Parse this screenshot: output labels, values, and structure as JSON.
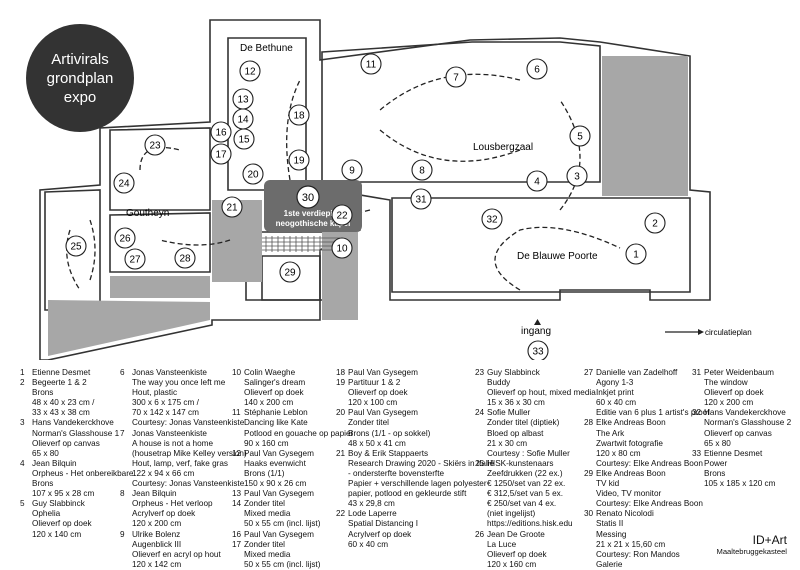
{
  "title_badge": {
    "line1": "Artivirals",
    "line2": "grondplan",
    "line3": "expo"
  },
  "room_labels": {
    "de_bethune": "De Bethune",
    "lousbergzaal": "Lousbergzaal",
    "goutheyn": "Goutheyn",
    "de_blauwe_poorte": "De Blauwe Poorte",
    "ingang": "ingang",
    "circulatieplan": "circulatieplan"
  },
  "chapel_callout": {
    "number": "30",
    "line1": "1ste verdieping",
    "line2": "neogothische kapel"
  },
  "location_numbers": [
    "1",
    "2",
    "3",
    "4",
    "5",
    "6",
    "7",
    "8",
    "9",
    "10",
    "11",
    "12",
    "13",
    "14",
    "15",
    "16",
    "17",
    "18",
    "19",
    "20",
    "21",
    "22",
    "23",
    "24",
    "25",
    "26",
    "27",
    "28",
    "29",
    "31",
    "32",
    "33"
  ],
  "legend": [
    {
      "col": 0,
      "entries": [
        {
          "n": "1",
          "t": "Etienne Desmet"
        },
        {
          "n": "2",
          "t": "Begeerte 1 & 2\nBrons\n48 x 40 x 23 cm /\n33 x 43 x 38 cm"
        },
        {
          "n": "3",
          "t": "Hans Vandekerckhove\nNorman's Glasshouse 1\nOlieverf op canvas\n65 x 80"
        },
        {
          "n": "4",
          "t": "Jean Bilquin\nOrpheus - Het onbereikbare\nBrons\n107 x 95 x 28 cm"
        },
        {
          "n": "5",
          "t": "Guy Slabbinck\nOphelia\nOlieverf op doek\n120 x 140 cm"
        }
      ]
    },
    {
      "col": 1,
      "entries": [
        {
          "n": "6",
          "t": "Jonas Vansteenkiste\nThe way you once left me\nHout, plastic\n300 x 6 x 175 cm /\n70 x 142 x 147 cm\nCourtesy: Jonas Vansteenkiste"
        },
        {
          "n": "7",
          "t": "Jonas Vansteenkiste\nA house is not a home\n(housetrap Mike Kelley version)\nHout, lamp, verf, fake gras\n122 x 94 x 66 cm\nCourtesy: Jonas Vansteenkiste"
        },
        {
          "n": "8",
          "t": "Jean Bilquin\nOrpheus - Het verloop\nAcrylverf op doek\n120 x 200 cm"
        },
        {
          "n": "9",
          "t": "Ulrike Bolenz\nAugenblick III\nOlieverf en acryl op hout\n120 x 142 cm"
        }
      ]
    },
    {
      "col": 2,
      "entries": [
        {
          "n": "10",
          "t": "Colin Waeghe\nSalinger's dream\nOlieverf op doek\n140 x 200 cm"
        },
        {
          "n": "11",
          "t": "Stéphanie Leblon\nDancing like Kate\nPotlood en gouache op papier\n90 x 160 cm"
        },
        {
          "n": "12",
          "t": "Paul Van Gysegem\nHaaks evenwicht\nBrons (1/1)\n150 x 90 x 26 cm"
        },
        {
          "n": "13",
          "t": "Paul Van Gysegem"
        },
        {
          "n": "14",
          "t": "Zonder titel\nMixed media\n50 x 55 cm (incl. lijst)"
        },
        {
          "n": "16",
          "t": "Paul Van Gysegem"
        },
        {
          "n": "17",
          "t": "Zonder titel\nMixed media\n50 x 55 cm (incl. lijst)"
        }
      ]
    },
    {
      "col": 3,
      "entries": [
        {
          "n": "18",
          "t": "Paul Van Gysegem"
        },
        {
          "n": "19",
          "t": "Partituur 1 & 2\nOlieverf op doek\n120 x 100 cm"
        },
        {
          "n": "20",
          "t": "Paul Van Gysegem\nZonder titel\nBrons (1/1 - op sokkel)\n48 x 50 x 41 cm"
        },
        {
          "n": "21",
          "t": "Boy & Erik Stappaerts\nResearch Drawing 2020 - Skiërs in Italië\n- ondersterfte bovensterfte\nPapier + verschillende lagen polyester-\npapier, potlood en gekleurde stift\n43 x 29,8 cm"
        },
        {
          "n": "22",
          "t": "Lode Laperre\nSpatial Distancing I\nAcrylverf op doek\n60 x 40 cm"
        }
      ]
    },
    {
      "col": 4,
      "entries": [
        {
          "n": "23",
          "t": "Guy Slabbinck\nBuddy\nOlieverf op hout, mixed media\n15 x 36 x 30 cm"
        },
        {
          "n": "24",
          "t": "Sofie Muller\nZonder titel (diptiek)\nBloed op albast\n21 x 30 cm\nCourtesy : Sofie Muller"
        },
        {
          "n": "25",
          "t": "HISK-kunstenaars\nZeefdrukken (22 ex.)\n€ 1250/set van 22 ex.\n€ 312,5/set van 5 ex.\n€ 250/set van 4 ex.\n(niet ingelijst)\nhttps://editions.hisk.edu"
        },
        {
          "n": "26",
          "t": "Jean De Groote\nLa Luce\nOlieverf op doek\n120 x 160 cm"
        }
      ]
    },
    {
      "col": 5,
      "entries": [
        {
          "n": "27",
          "t": "Danielle van Zadelhoff\nAgony 1-3\nInkjet print\n60 x 40 cm\nEditie van 6 plus 1 artist's proof"
        },
        {
          "n": "28",
          "t": "Elke Andreas Boon\nThe Ark\nZwartwit fotografie\n120 x 80 cm\nCourtesy: Elke Andreas Boon"
        },
        {
          "n": "29",
          "t": "Elke Andreas Boon\nTV kid\nVideo, TV monitor\nCourtesy: Elke Andreas Boon"
        },
        {
          "n": "30",
          "t": "Renato Nicolodi\nStatis II\nMessing\n21 x 21 x 15,60 cm\nCourtesy: Ron Mandos\nGalerie"
        }
      ]
    },
    {
      "col": 6,
      "entries": [
        {
          "n": "31",
          "t": "Peter Weidenbaum\nThe window\nOlieverf op doek\n120 x 200 cm"
        },
        {
          "n": "32",
          "t": "Hans Vandekerckhove\nNorman's Glasshouse 2\nOlieverf op canvas\n65 x 80"
        },
        {
          "n": "33",
          "t": "Etienne Desmet\nPower\nBrons\n105 x 185 x 120 cm"
        }
      ]
    }
  ],
  "brand": {
    "name": "ID+Art",
    "sub": "Maaltebruggekasteel"
  }
}
